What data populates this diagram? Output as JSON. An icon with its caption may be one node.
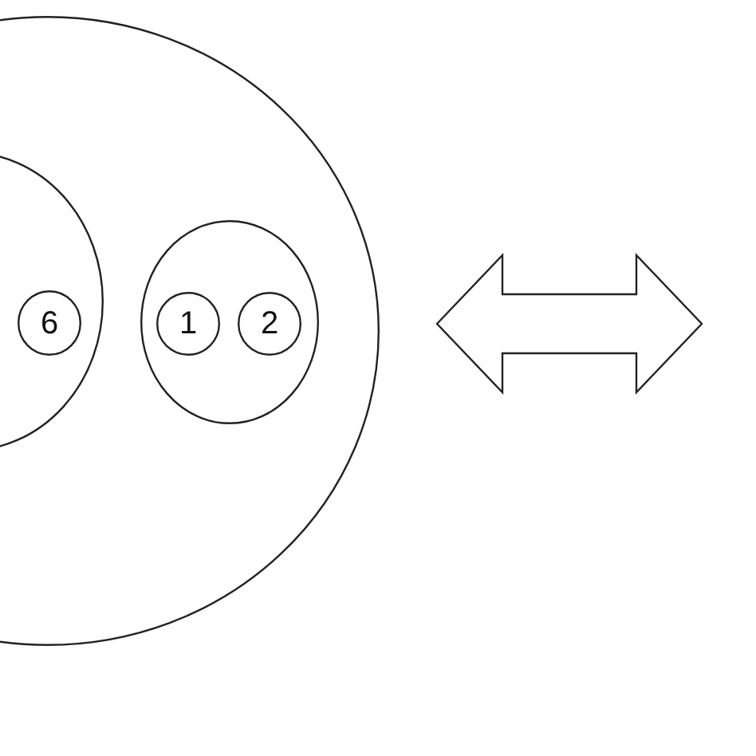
{
  "diagram": {
    "nodes": [
      {
        "text": [],
        "shape": "ellipse"
      },
      {
        "text": [],
        "shape": "ellipse",
        "in": 0
      },
      {
        "text": [
          "6"
        ],
        "in": 1
      },
      {
        "text": [],
        "shape": "ellipse",
        "in": 0
      },
      {
        "text": [
          "1"
        ],
        "in": 3
      },
      {
        "text": [
          "2"
        ],
        "in": 3
      }
    ]
  }
}
